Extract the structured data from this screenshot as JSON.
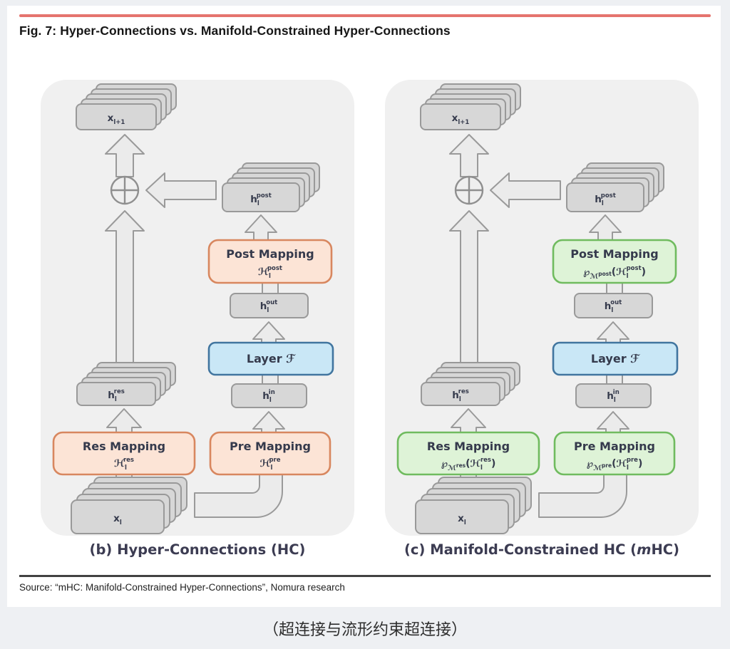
{
  "figure": {
    "title": "Fig. 7: Hyper-Connections vs. Manifold-Constrained Hyper-Connections",
    "source": "Source: “mHC: Manifold-Constrained Hyper-Connections”, Nomura research",
    "caption_cn": "（超连接与流形约束超连接）",
    "accent_red": "#e5746e",
    "dark_rule": "#414141"
  },
  "diagram_colors": {
    "panel_bg": "#f0f0f0",
    "stack_fill": "#d7d7d7",
    "stack_stroke": "#999999",
    "arrow_fill": "#ebebeb",
    "arrow_stroke": "#9a9a9a",
    "layer_fill": "#c9e7f6",
    "layer_stroke": "#41759f",
    "text": "#353a4c"
  },
  "panels": [
    {
      "id": "hc",
      "caption": "(b) Hyper-Connections (HC)",
      "theme": {
        "map_fill": "#fce4d6",
        "map_stroke": "#d8875f"
      },
      "labels": {
        "x_next": {
          "base": "x",
          "sub": "l+1"
        },
        "h_post": {
          "base": "h",
          "sub": "l",
          "sup": "post"
        },
        "h_out": {
          "base": "h",
          "sub": "l",
          "sup": "out"
        },
        "h_in": {
          "base": "h",
          "sub": "l",
          "sup": "in"
        },
        "h_res": {
          "base": "h",
          "sub": "l",
          "sup": "res"
        },
        "x_in": {
          "base": "x",
          "sub": "l"
        },
        "layer": "Layer ℱ",
        "post": {
          "title": "Post Mapping",
          "H": "ℋ",
          "sub": "l",
          "sup": "post"
        },
        "res": {
          "title": "Res Mapping",
          "H": "ℋ",
          "sub": "l",
          "sup": "res"
        },
        "pre": {
          "title": "Pre Mapping",
          "H": "ℋ",
          "sub": "l",
          "sup": "pre"
        }
      }
    },
    {
      "id": "mhc",
      "caption_pre": "(c) Manifold-Constrained HC (",
      "caption_italic": "m",
      "caption_post": "HC)",
      "theme": {
        "map_fill": "#def3d7",
        "map_stroke": "#70bb5f"
      },
      "labels": {
        "x_next": {
          "base": "x",
          "sub": "l+1"
        },
        "h_post": {
          "base": "h",
          "sub": "l",
          "sup": "post"
        },
        "h_out": {
          "base": "h",
          "sub": "l",
          "sup": "out"
        },
        "h_in": {
          "base": "h",
          "sub": "l",
          "sup": "in"
        },
        "h_res": {
          "base": "h",
          "sub": "l",
          "sup": "res"
        },
        "x_in": {
          "base": "x",
          "sub": "l"
        },
        "layer": "Layer ℱ",
        "post": {
          "title": "Post Mapping",
          "P": "℘",
          "M": "ℳ",
          "Msup": "post",
          "open": "(",
          "H": "ℋ",
          "sub": "l",
          "sup": "post",
          "close": ")"
        },
        "res": {
          "title": "Res Mapping",
          "P": "℘",
          "M": "ℳ",
          "Msup": "res",
          "open": "(",
          "H": "ℋ",
          "sub": "l",
          "sup": "res",
          "close": ")"
        },
        "pre": {
          "title": "Pre Mapping",
          "P": "℘",
          "M": "ℳ",
          "Msup": "pre",
          "open": "(",
          "H": "ℋ",
          "sub": "l",
          "sup": "pre",
          "close": ")"
        }
      }
    }
  ]
}
